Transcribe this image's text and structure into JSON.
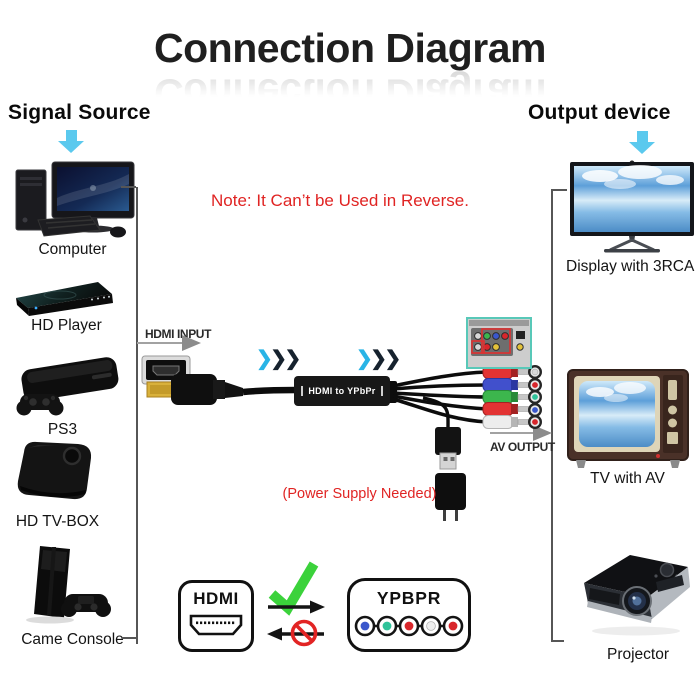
{
  "title": "Connection Diagram",
  "note": "Note: It Can’t be Used in Reverse.",
  "signal_source": {
    "header": "Signal Source",
    "devices": [
      {
        "label": "Computer"
      },
      {
        "label": "HD Player"
      },
      {
        "label": "PS3"
      },
      {
        "label": "HD TV-BOX"
      },
      {
        "label": "Came Console"
      }
    ]
  },
  "output_device": {
    "header": "Output device",
    "devices": [
      {
        "label": "Display with 3RCA"
      },
      {
        "label": "TV with AV"
      },
      {
        "label": "Projector"
      }
    ]
  },
  "converter": {
    "hdmi_input_label": "HDMI INPUT",
    "av_output_label": "AV OUTPUT",
    "box_label": "HDMI to YPbPr",
    "power_note": "(Power Supply Needed)",
    "chevron": "❯"
  },
  "compatibility": {
    "hdmi_label": "HDMI",
    "ypbpr_label": "YPBPR"
  },
  "colors": {
    "arrow_cyan": "#5bc9ee",
    "note_red": "#e02423",
    "check_green": "#3bd23b",
    "rca_red": "#d8262b",
    "rca_green": "#3cb64d",
    "rca_blue": "#3a57cc",
    "rca_teal": "#2fc39a",
    "rca_white": "#ededed"
  }
}
